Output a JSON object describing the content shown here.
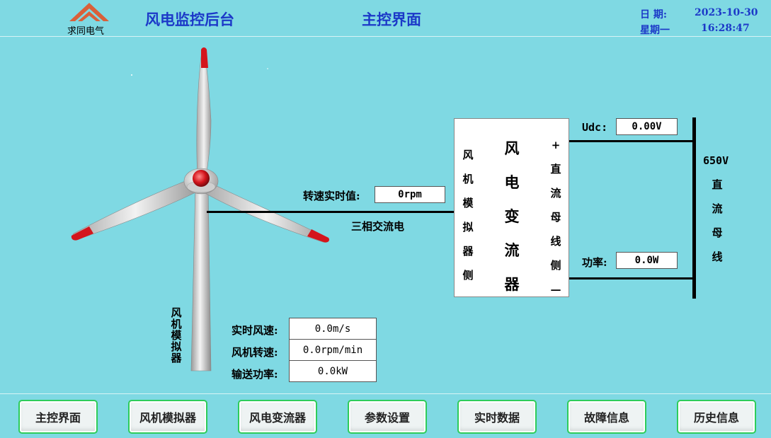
{
  "header": {
    "logo_text": "求同电气",
    "app_title": "风电监控后台",
    "page_title": "主控界面",
    "date_label": "日 期:",
    "date_value": "2023-10-30",
    "weekday_label": "星期一",
    "time_value": "16:28:47"
  },
  "turbine": {
    "label_chars": [
      "风",
      "机",
      "模",
      "拟",
      "器"
    ]
  },
  "speed_realtime": {
    "label": "转速实时值:",
    "value": "0rpm"
  },
  "ac_label": "三相交流电",
  "readings": [
    {
      "label": "实时风速:",
      "value": "0.0m/s"
    },
    {
      "label": "风机转速:",
      "value": "0.0rpm/min"
    },
    {
      "label": "输送功率:",
      "value": "0.0kW"
    }
  ],
  "converter": {
    "left_chars": [
      "风",
      "机",
      "模",
      "拟",
      "器",
      "侧"
    ],
    "center_chars": [
      "风",
      "电",
      "变",
      "流",
      "器"
    ],
    "right_plus": "+",
    "right_chars": [
      "直",
      "流",
      "母",
      "线",
      "侧"
    ],
    "right_minus": "—"
  },
  "udc": {
    "label": "Udc:",
    "value": "0.00V"
  },
  "power": {
    "label": "功率:",
    "value": "0.0W"
  },
  "bus": {
    "voltage": "650V",
    "chars": [
      "直",
      "流",
      "母",
      "线"
    ]
  },
  "nav": [
    {
      "label": "主控界面"
    },
    {
      "label": "风机模拟器"
    },
    {
      "label": "风电变流器"
    },
    {
      "label": "参数设置"
    },
    {
      "label": "实时数据"
    },
    {
      "label": "故障信息"
    },
    {
      "label": "历史信息"
    }
  ],
  "colors": {
    "background": "#7fd9e3",
    "title_blue": "#1c39c8",
    "nav_border": "#2ecc5a",
    "blade_tip": "#d4151c",
    "logo": "#d9603a"
  }
}
